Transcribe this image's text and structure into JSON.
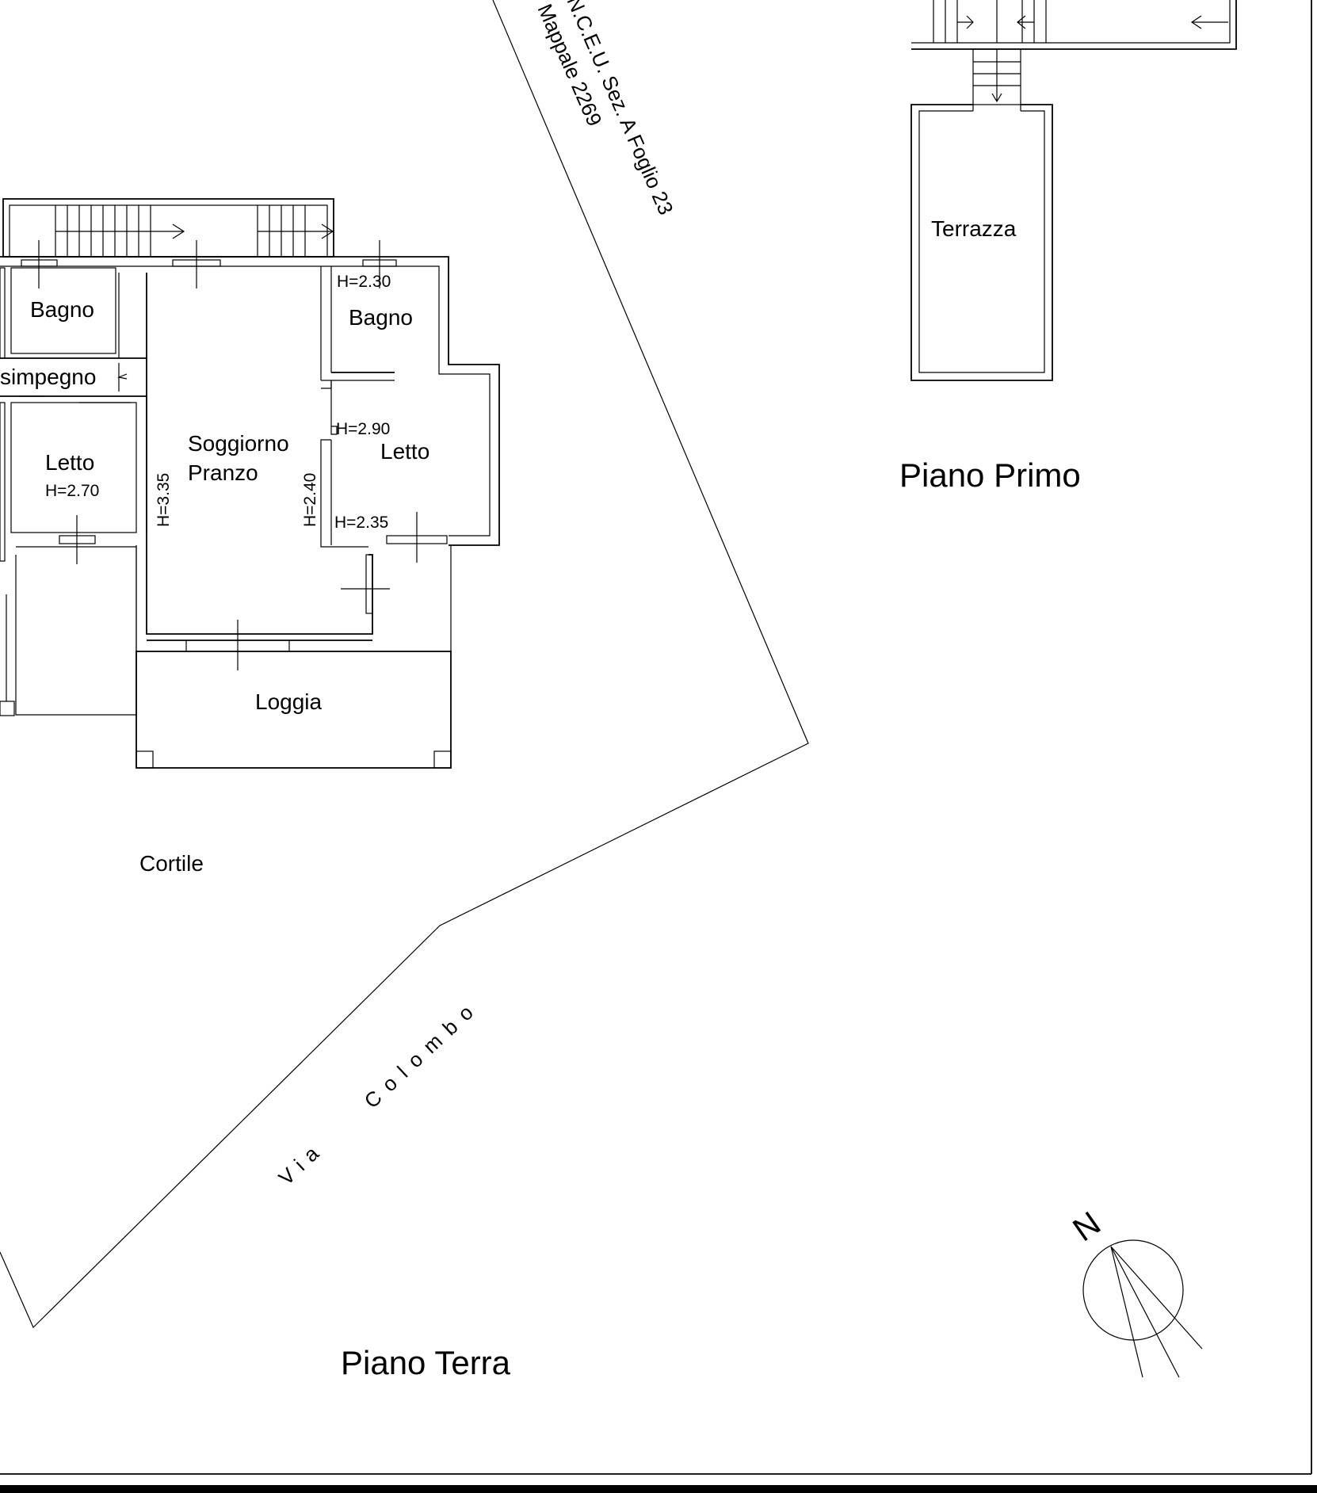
{
  "rooms": {
    "bagno_left": "Bagno",
    "disimpegno": "simpegno",
    "letto_left": "Letto",
    "letto_left_h": "H=2.70",
    "soggiorno_1": "Soggiorno",
    "soggiorno_2": "Pranzo",
    "h_335": "H=3.35",
    "h_240": "H=2.40",
    "bagno_right": "Bagno",
    "bagno_right_h": "H=2.30",
    "letto_right": "Letto",
    "letto_right_h1": "H=2.90",
    "letto_right_h2": "H=2.35",
    "loggia": "Loggia",
    "cortile": "Cortile",
    "terrazza": "Terrazza"
  },
  "cadastral": {
    "line1": "N.C.E.U.  Sez. A  Foglio 23",
    "line2": "Mappale  2269"
  },
  "street": {
    "word1": "Via",
    "word2": "Colombo"
  },
  "floors": {
    "ground": "Piano  Terra",
    "first": "Piano  Primo"
  },
  "north": {
    "label": "N",
    "icon": "north-arrow-icon"
  }
}
